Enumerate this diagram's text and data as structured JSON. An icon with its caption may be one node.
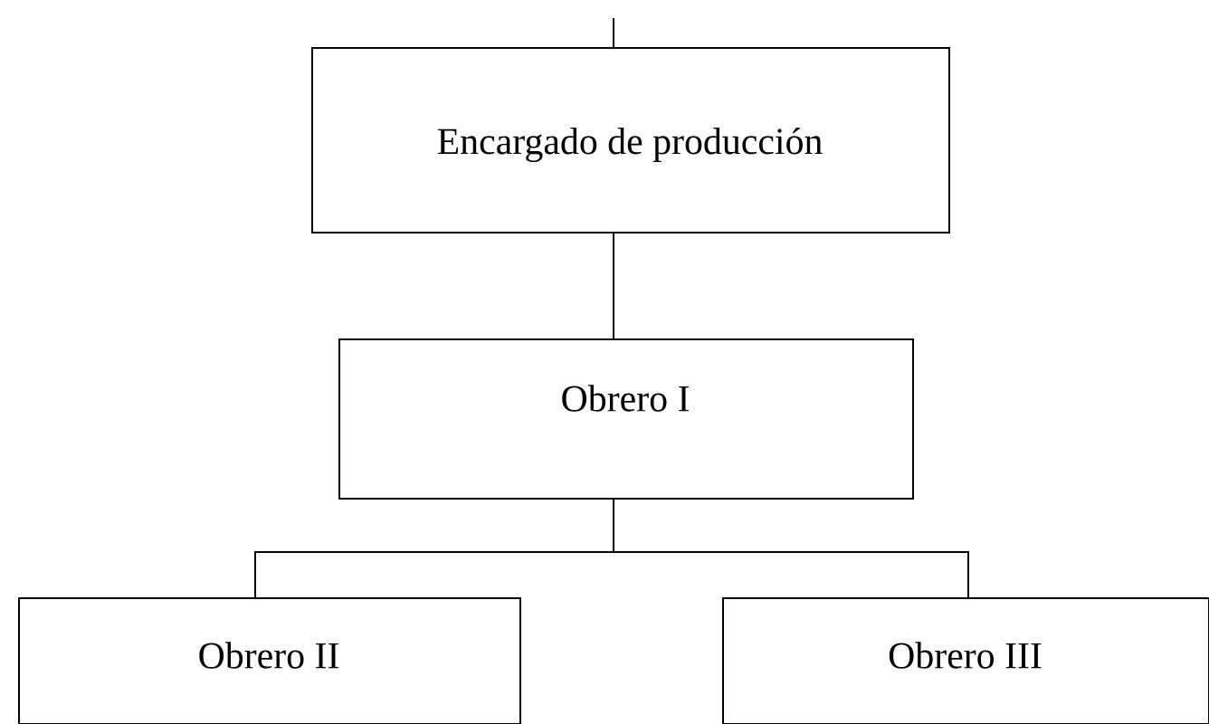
{
  "diagram": {
    "nodes": [
      {
        "text": [
          "Encargado de producción"
        ]
      },
      {
        "text": [
          "Obrero I"
        ]
      },
      {
        "text": [
          "Obrero II"
        ]
      },
      {
        "text": [
          "Obrero III"
        ]
      }
    ],
    "edges": [
      {
        "from": null,
        "to": 0,
        "arrow": "none"
      },
      {
        "from": 0,
        "to": 1,
        "arrow": "none"
      },
      {
        "from": 1,
        "to": 2,
        "arrow": "none"
      },
      {
        "from": 1,
        "to": 3,
        "arrow": "none"
      }
    ]
  }
}
